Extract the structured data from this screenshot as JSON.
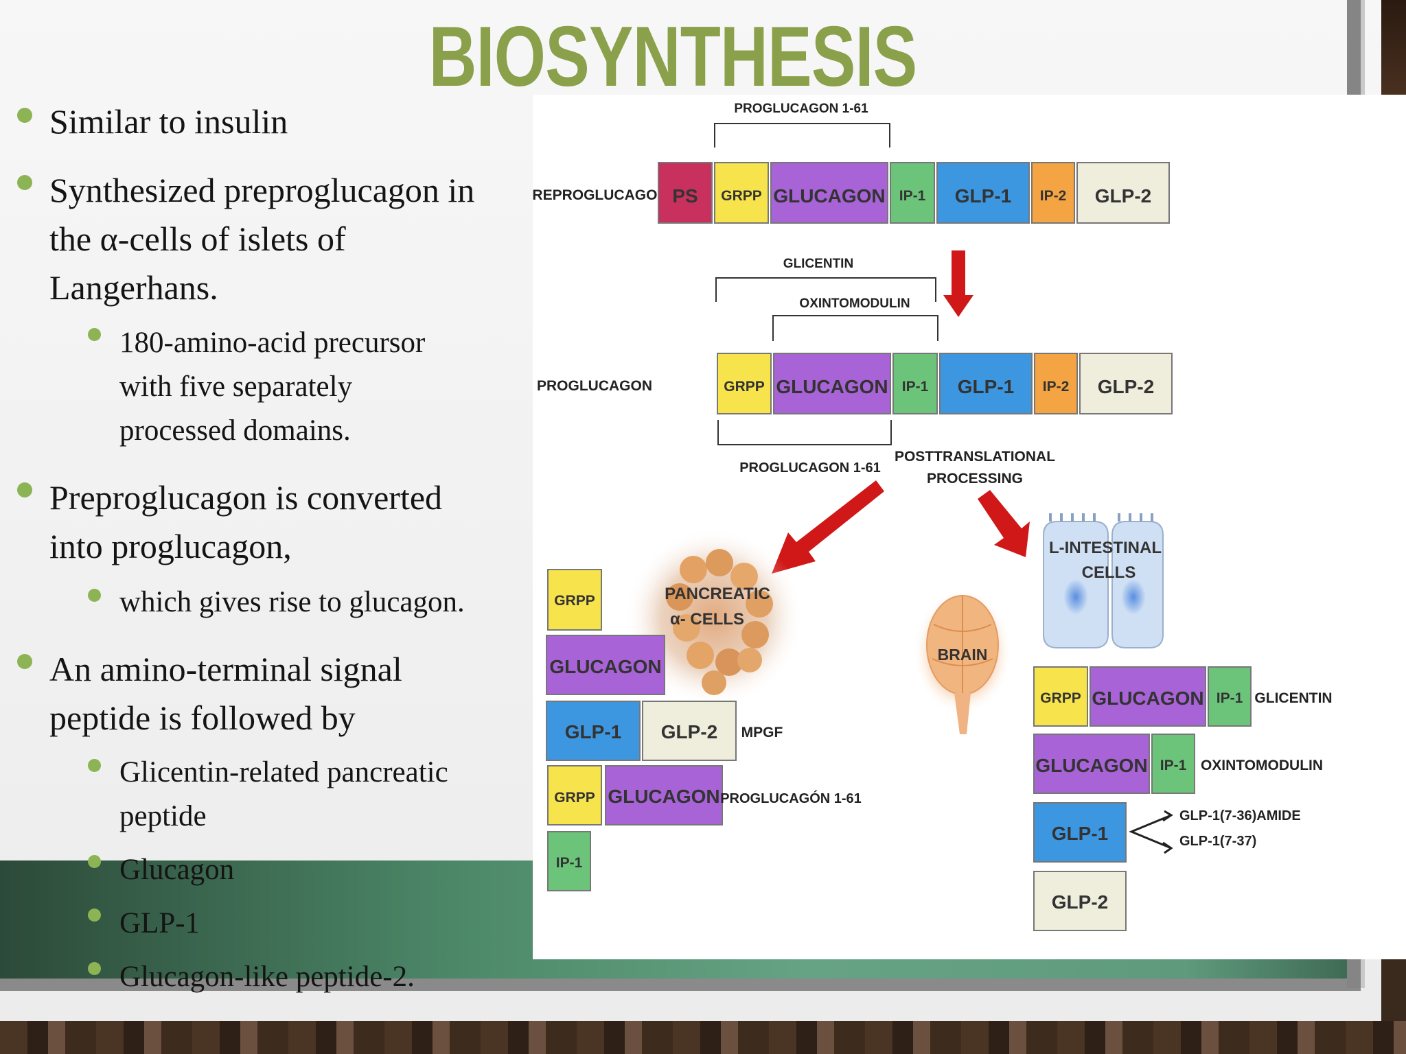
{
  "title": "BIOSYNTHESIS",
  "bullets": {
    "b1": "Similar to insulin",
    "b2": [
      "Synthesized preproglucagon in",
      "the α-cells of islets of",
      "Langerhans."
    ],
    "b2a": [
      "180-amino-acid precursor",
      "with five separately",
      "processed domains."
    ],
    "b3": [
      "Preproglucagon is converted",
      "into proglucagon,"
    ],
    "b3a": "which gives rise to glucagon.",
    "b4": [
      "An amino-terminal signal",
      "peptide is followed by"
    ],
    "b4a": [
      "Glicentin-related pancreatic",
      "peptide"
    ],
    "b4b": "Glucagon",
    "b4c": "GLP-1",
    "b4d": "Glucagon-like peptide-2."
  },
  "diagram": {
    "labels": {
      "proglucagon_1_61_top": "PROGLUCAGON 1-61",
      "preproglucagon": "PREPROGLUCAGON",
      "glicentin": "GLICENTIN",
      "oxintomodulin": "OXINTOMODULIN",
      "proglucagon": "PROGLUCAGON",
      "proglucagon_1_61_mid": "PROGLUCAGON 1-61",
      "posttranslational_1": "POSTTRANSLATIONAL",
      "posttranslational_2": "PROCESSING",
      "pancreatic_1": "PANCREATIC",
      "pancreatic_2": "α- CELLS",
      "intestinal_1": "L-INTESTINAL",
      "intestinal_2": "CELLS",
      "brain": "BRAIN",
      "mpgf": "MPGF",
      "proglucagon_1_61_low": "PROGLUCAGÓN 1-61",
      "glicentin_r": "GLICENTIN",
      "oxintomodulin_r": "OXINTOMODULIN",
      "glp1_amide": "GLP-1(7-36)AMIDE",
      "glp1_737": "GLP-1(7-37)"
    },
    "segments": {
      "ps": "PS",
      "grpp": "GRPP",
      "glucagon": "GLUCAGON",
      "ip1": "IP-1",
      "glp1": "GLP-1",
      "ip2": "IP-2",
      "glp2": "GLP-2"
    },
    "colors": {
      "ps": "#c8315e",
      "grpp": "#f7e44c",
      "glucagon": "#a863d6",
      "ip1": "#6cc47a",
      "glp1": "#3d97e0",
      "ip2": "#f4a443",
      "glp2": "#efeddc",
      "arrow": "#d01818"
    }
  }
}
